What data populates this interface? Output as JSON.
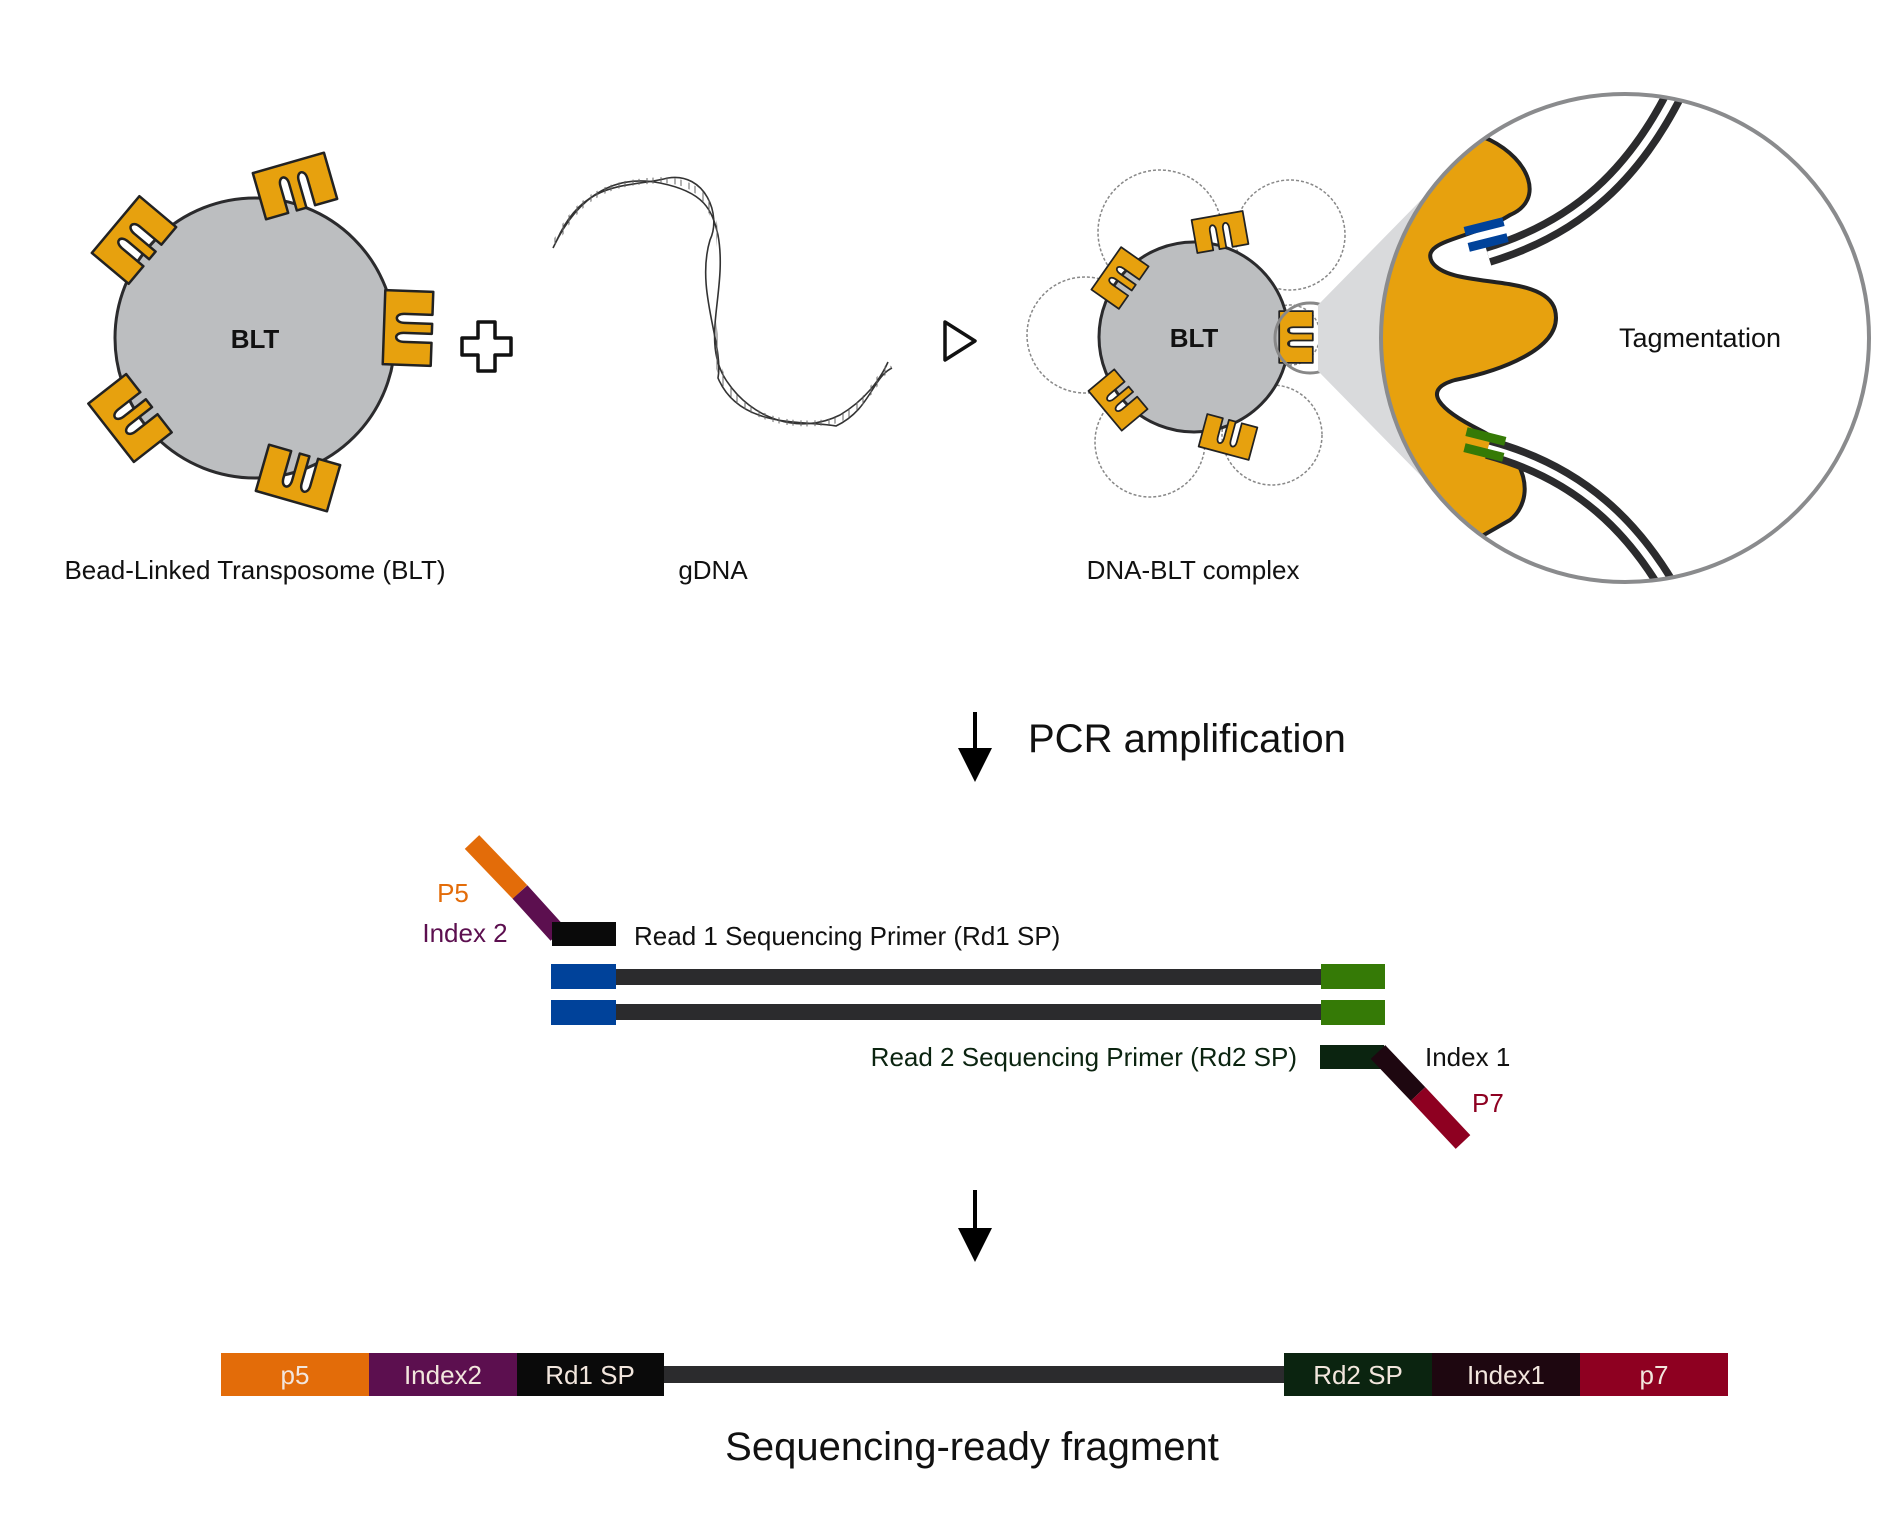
{
  "bead": {
    "label": "BLT",
    "caption": "Bead-Linked Transposome (BLT)"
  },
  "gdna": {
    "caption": "gDNA"
  },
  "complex": {
    "label": "BLT",
    "caption": "DNA-BLT complex"
  },
  "zoom": {
    "label": "Tagmentation"
  },
  "step1": {
    "label": "PCR amplification"
  },
  "adapters": {
    "p5": "P5",
    "index2": "Index 2",
    "rd1sp": "Read 1 Sequencing Primer (Rd1 SP)",
    "rd2sp": "Read 2 Sequencing Primer (Rd2 SP)",
    "index1": "Index 1",
    "p7": "P7"
  },
  "fragment": {
    "segments": [
      "p5",
      "Index2",
      "Rd1 SP",
      "Rd2 SP",
      "Index1",
      "p7"
    ],
    "caption": "Sequencing-ready fragment"
  },
  "colors": {
    "enzyme": "#E7A10E",
    "bead": "#BCBEC0",
    "orange": "#E36C09",
    "purple": "#5C0F4F",
    "black": "#0A0A0A",
    "blue": "#00429A",
    "green": "#357A06",
    "darkgreen": "#0B2410",
    "darkred": "#8E0021",
    "maroon": "#1E0710",
    "strand": "#2B2B2D"
  }
}
